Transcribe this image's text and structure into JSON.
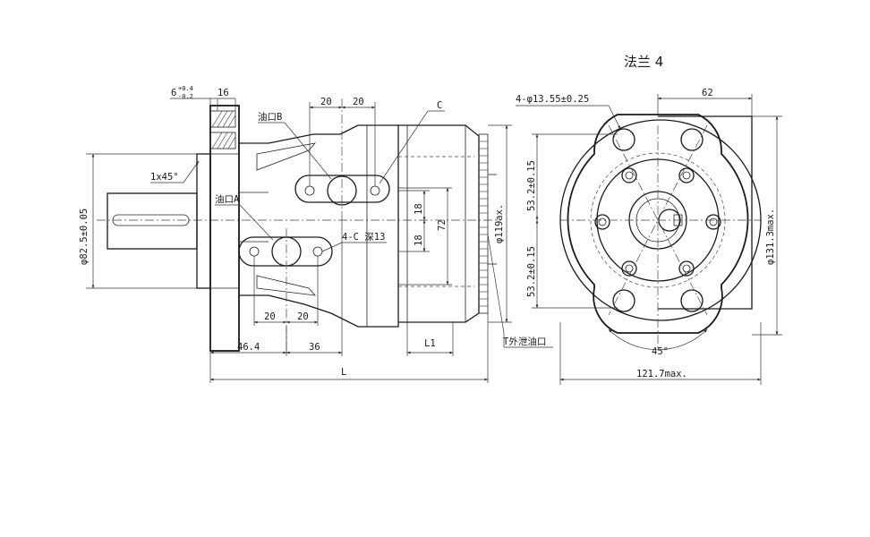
{
  "title": "法兰 4",
  "side_view": {
    "dim_keyway_width": "6",
    "dim_keyway_tol_upper": "+0.4",
    "dim_keyway_tol_lower": "-0.2",
    "dim_keyway_depth": "16",
    "dim_chamfer": "1x45°",
    "dim_pilot_dia": "φ82.5±0.05",
    "port_b_label": "油口B",
    "port_a_label": "油口A",
    "port_c_label": "C",
    "port_c_depth": "4-C 深13",
    "dim_top_left_20": "20",
    "dim_top_right_20": "20",
    "dim_bot_left_20": "20",
    "dim_bot_right_20": "20",
    "dim_46_4": "46.4",
    "dim_36": "36",
    "dim_L1": "L1",
    "dim_L": "L",
    "dim_18_upper": "18",
    "dim_18_lower": "18",
    "dim_72": "72",
    "dim_housing_dia": "φ119ax.",
    "drain_port_label": "T外泄油口"
  },
  "front_view": {
    "dim_bolt_holes": "4-φ13.55±0.25",
    "dim_62": "62",
    "dim_53_upper": "53.2±0.15",
    "dim_53_lower": "53.2±0.15",
    "dim_max_height": "φ131.3max.",
    "dim_angle": "45°",
    "dim_max_width": "121.7max."
  }
}
